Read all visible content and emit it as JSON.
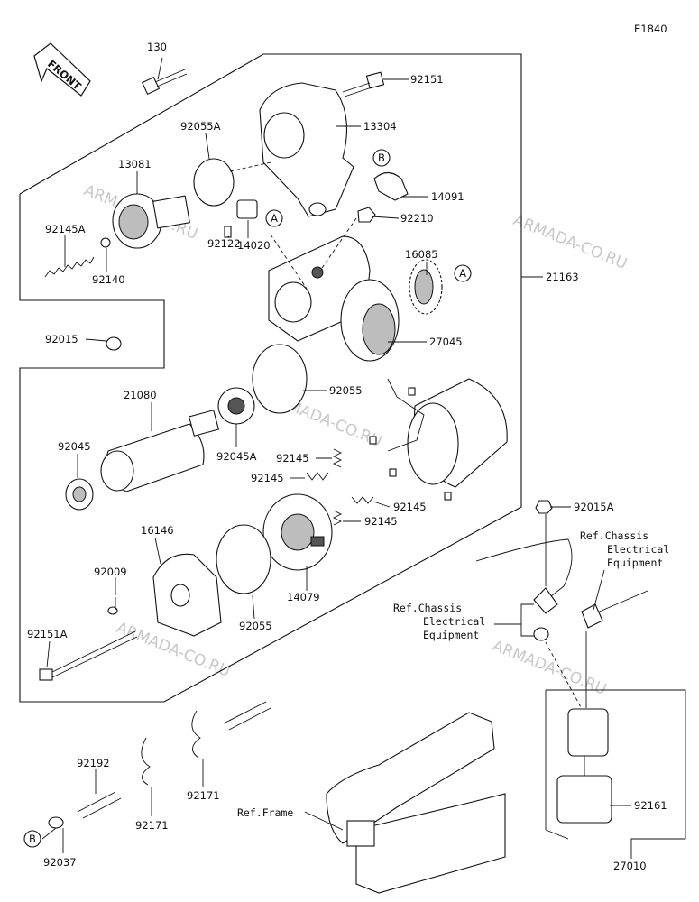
{
  "diagram_code": "E1840",
  "front_label": "FRONT",
  "watermark": "ARMADA-CO.RU",
  "parts": {
    "p130": "130",
    "p92151": "92151",
    "p13304": "13304",
    "p92055A": "92055A",
    "p13081": "13081",
    "p14091": "14091",
    "p92210": "92210",
    "p92145A": "92145A",
    "p14020": "14020",
    "p92122": "92122",
    "p92140": "92140",
    "p16085": "16085",
    "p21163": "21163",
    "p92015": "92015",
    "p27045": "27045",
    "p92055": "92055",
    "p21080": "21080",
    "p92045": "92045",
    "p92045A": "92045A",
    "p92145_1": "92145",
    "p92145_2": "92145",
    "p92145_3": "92145",
    "p92145_4": "92145",
    "p92015A": "92015A",
    "p16146": "16146",
    "p92009": "92009",
    "p92055b": "92055",
    "p14079": "14079",
    "p92151A": "92151A",
    "p92192": "92192",
    "p92171a": "92171",
    "p92171b": "92171",
    "p92037": "92037",
    "p92161": "92161",
    "p27010": "27010"
  },
  "refs": {
    "chassis_right": [
      "Ref.Chassis",
      "Electrical",
      "Equipment"
    ],
    "chassis_left": [
      "Ref.Chassis",
      "Electrical",
      "Equipment"
    ],
    "frame": "Ref.Frame"
  },
  "markers": {
    "a1": "A",
    "a2": "A",
    "b1": "B",
    "b2": "B"
  }
}
